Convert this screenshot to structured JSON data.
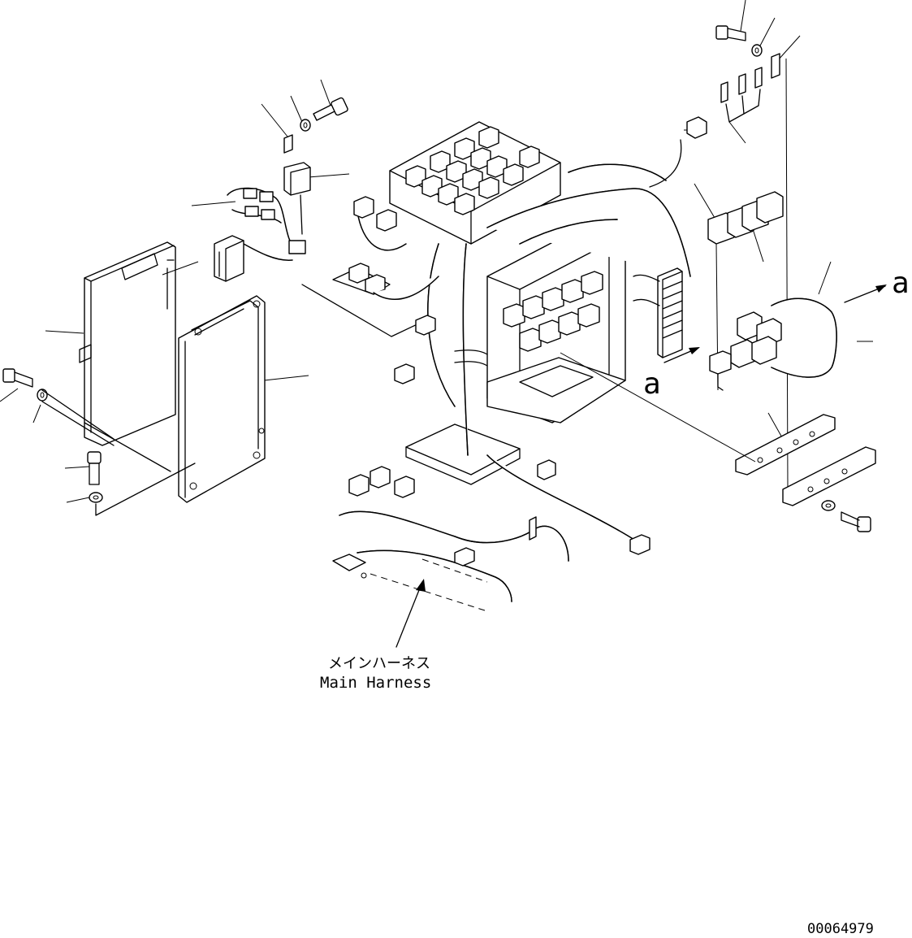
{
  "callouts": {
    "main_harness_jp": "メインハーネス",
    "main_harness_en": "Main Harness",
    "view_marker_left": "a",
    "view_marker_right": "a"
  },
  "drawing_number": "00064979",
  "colors": {
    "line": "#000000",
    "background": "#ffffff"
  }
}
